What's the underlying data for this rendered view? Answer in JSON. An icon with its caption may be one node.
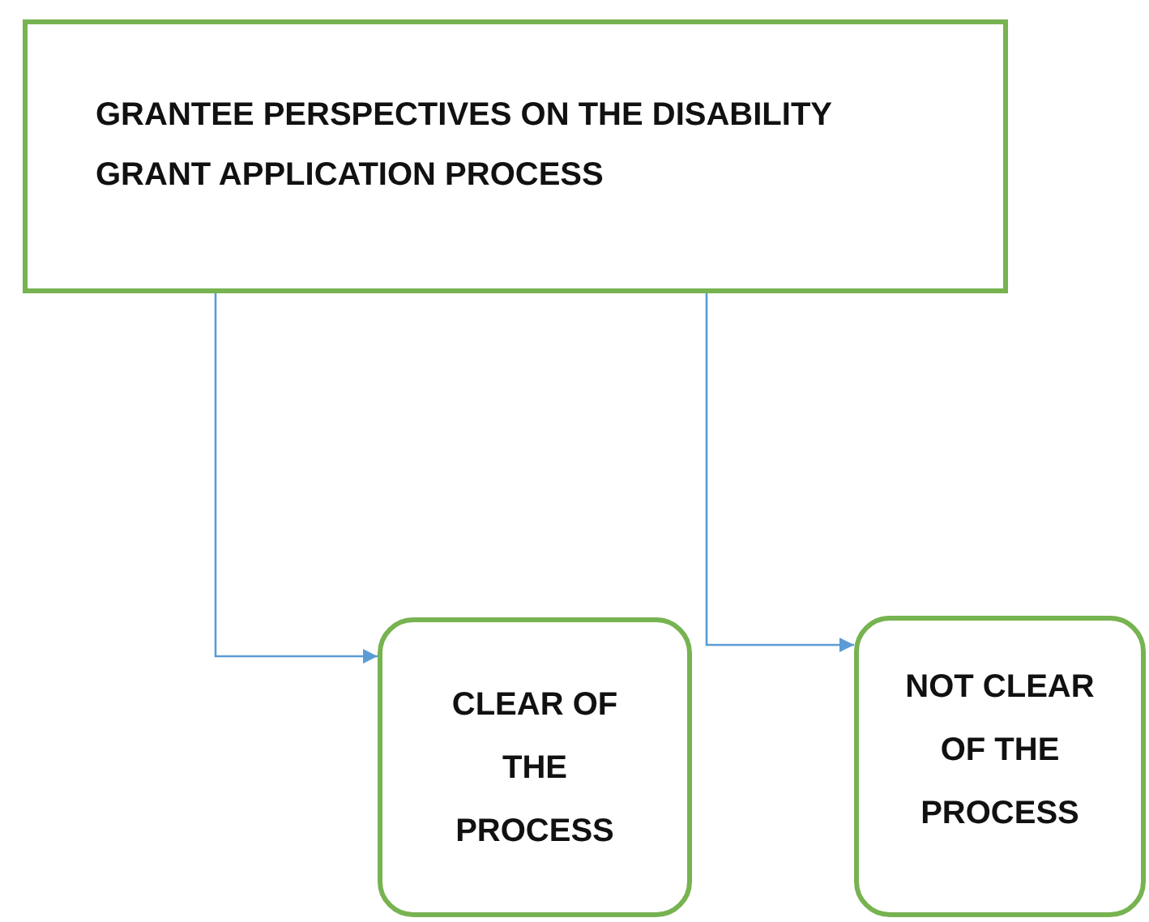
{
  "diagram": {
    "nodes": [
      {
        "text": [
          "GRANTEE PERSPECTIVES ON THE DISABILITY GRANT APPLICATION PROCESS"
        ]
      },
      {
        "text": [
          "CLEAR OF THE PROCESS"
        ]
      },
      {
        "text": [
          "NOT CLEAR OF THE PROCESS"
        ]
      }
    ],
    "edges": [
      {
        "from": 0,
        "to": 1,
        "arrow": "to"
      },
      {
        "from": 0,
        "to": 2,
        "arrow": "to"
      }
    ]
  }
}
